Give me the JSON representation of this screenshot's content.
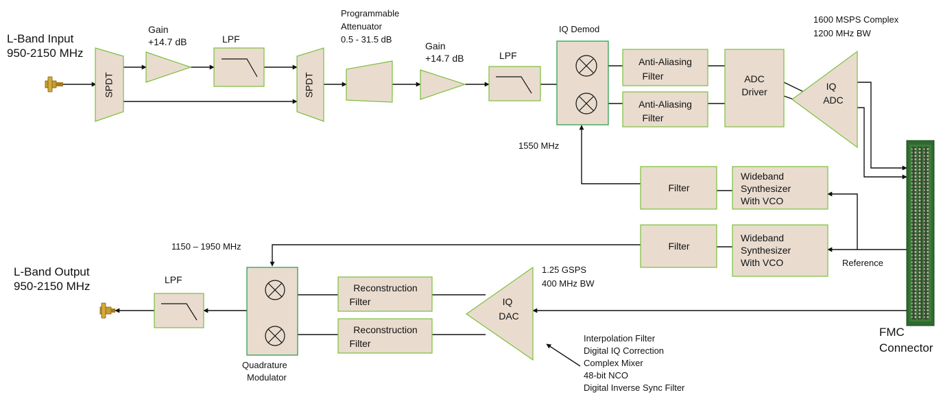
{
  "colors": {
    "block_fill": "#e9dccf",
    "block_border": "#7bbf3a",
    "mixer_border": "#1e9a46",
    "line": "#111111",
    "connector_green": "#2e6b2e",
    "sma_gold": "#c99a2e"
  },
  "labels": {
    "lband_input_1": "L-Band Input",
    "lband_input_2": "950-2150 MHz",
    "gain1_1": "Gain",
    "gain1_2": "+14.7 dB",
    "lpf1": "LPF",
    "spdt1": "SPDT",
    "spdt2": "SPDT",
    "atten_1": "Programmable",
    "atten_2": "Attenuator",
    "atten_3": "0.5 - 31.5 dB",
    "gain2_1": "Gain",
    "gain2_2": "+14.7 dB",
    "lpf2": "LPF",
    "iq_demod": "IQ Demod",
    "aaf_top_1": "Anti-Aliasing",
    "aaf_top_2": "Filter",
    "aaf_bot_1": "Anti-Aliasing",
    "aaf_bot_2": "Filter",
    "adc_driver_1": "ADC",
    "adc_driver_2": "Driver",
    "iq_adc_1": "IQ",
    "iq_adc_2": "ADC",
    "adc_spec_1": "1600 MSPS Complex",
    "adc_spec_2": "1200 MHz BW",
    "lo_rx": "1550 MHz",
    "filter_rx": "Filter",
    "synth_rx_1": "Wideband",
    "synth_rx_2": "Synthesizer",
    "synth_rx_3": "With VCO",
    "lo_tx": "1150 – 1950 MHz",
    "filter_tx": "Filter",
    "synth_tx_1": "Wideband",
    "synth_tx_2": "Synthesizer",
    "synth_tx_3": "With VCO",
    "reference": "Reference",
    "lband_output_1": "L-Band Output",
    "lband_output_2": "950-2150 MHz",
    "lpf3": "LPF",
    "quad_mod_1": "Quadrature",
    "quad_mod_2": "Modulator",
    "recon_top_1": "Reconstruction",
    "recon_top_2": "Filter",
    "recon_bot_1": "Reconstruction",
    "recon_bot_2": "Filter",
    "iq_dac_1": "IQ",
    "iq_dac_2": "DAC",
    "dac_spec_1": "1.25 GSPS",
    "dac_spec_2": "400 MHz BW",
    "dac_features": [
      "Interpolation Filter",
      "Digital IQ Correction",
      "Complex Mixer",
      "48-bit NCO",
      "Digital Inverse Sync Filter"
    ],
    "fmc_1": "FMC",
    "fmc_2": "Connector"
  }
}
